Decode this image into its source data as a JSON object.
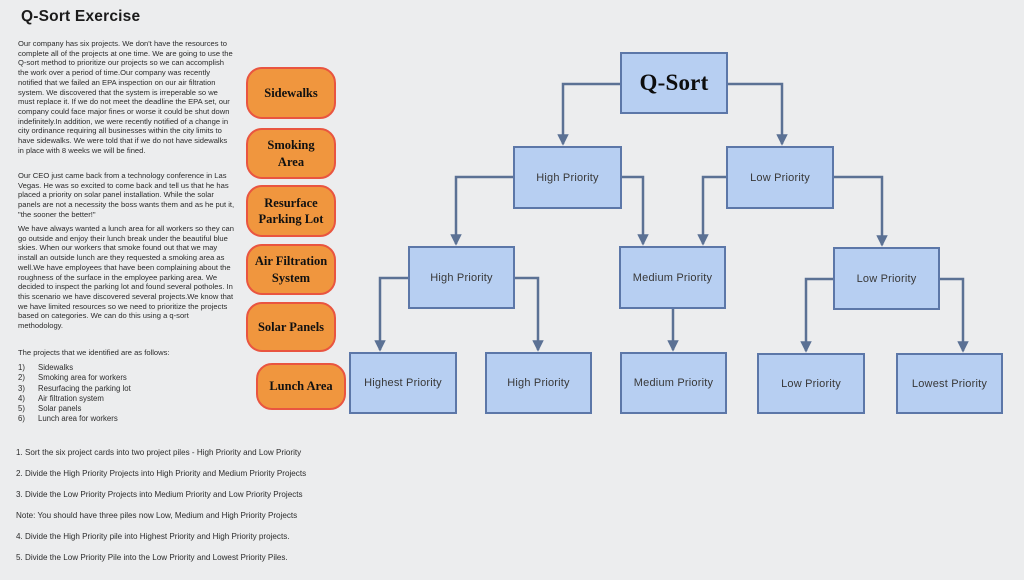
{
  "page": {
    "title": "Q-Sort Exercise"
  },
  "story": {
    "p1": "Our company has six projects.  We don't have the resources to complete all of the projects at one time.  We are going to use the Q-sort method to prioritize our projects so we can accomplish the work over a period of time.Our company was recently notified that we failed an EPA inspection on our air filtration system.  We discovered that the system is irreperable so we must replace it.  If we do not meet the deadline the EPA set, our company could face major fines or worse it could be shut down indefinitely.In addition, we were recently notified of a change in city ordinance requiring all businesses within the city limits to have sidewalks.  We were told that if we do not have sidewalks in place with 8 weeks we will be fined.",
    "p2": "Our CEO just came back from a technology conference in Las Vegas. He was so excited to come back and tell us that he has placed a priority on solar panel installation.  While the solar panels are not a necessity the boss wants them and as he put it, \"the sooner the better!\"",
    "p3": "We have always wanted a lunch area for all workers so they can go outside and enjoy their lunch break under the beautiful blue skies.  When our workers that smoke found out that we may install an outside lunch are they requested a smoking area as well.We have employees that have been complaining about the roughness of the surface in the employee parking area.  We decided to inspect the parking lot and found several potholes.  In this scenario we have discovered several projects.We know that we have limited resources so we need to prioritize the projects based on categories.  We can do this using a q-sort methodology."
  },
  "projects": {
    "intro": "The projects that we identified are as follows:",
    "items": [
      {
        "num": "1)",
        "label": "Sidewalks"
      },
      {
        "num": "2)",
        "label": "Smoking area for workers"
      },
      {
        "num": "3)",
        "label": "Resurfacing the parking lot"
      },
      {
        "num": "4)",
        "label": "Air filtration system"
      },
      {
        "num": "5)",
        "label": "Solar panels"
      },
      {
        "num": "6)",
        "label": "Lunch area for workers"
      }
    ]
  },
  "steps": [
    "1. Sort the six project cards into two project piles - High Priority and Low Priority",
    "2. Divide the High Priority Projects into High Priority and Medium Priority Projects",
    "3. Divide the Low Priority Projects into Medium Priority and Low Priority Projects",
    "Note: You should have three piles now Low, Medium and High Priority Projects",
    "4. Divide the High Priority pile into Highest Priority and High Priority projects.",
    "5. Divide the Low Priority Pile into the Low Priority and Lowest Priority Piles."
  ],
  "cards": [
    {
      "label": "Sidewalks"
    },
    {
      "label": "Smoking Area"
    },
    {
      "label": "Resurface Parking Lot"
    },
    {
      "label": "Air Filtration System"
    },
    {
      "label": "Solar Panels"
    },
    {
      "label": "Lunch Area"
    }
  ],
  "tree": {
    "nodes": [
      {
        "id": "qsort",
        "level": 1,
        "label": "Q-Sort"
      },
      {
        "id": "l2-high",
        "level": 2,
        "label": "High Priority",
        "parent": "qsort"
      },
      {
        "id": "l2-low",
        "level": 2,
        "label": "Low Priority",
        "parent": "qsort"
      },
      {
        "id": "l3-high",
        "level": 3,
        "label": "High Priority",
        "parent": "l2-high"
      },
      {
        "id": "l3-medium",
        "level": 3,
        "label": "Medium Priority",
        "parent": "l2-high / l2-low"
      },
      {
        "id": "l3-low",
        "level": 3,
        "label": "Low Priority",
        "parent": "l2-low"
      },
      {
        "id": "l4-highest",
        "level": 4,
        "label": "Highest Priority",
        "parent": "l3-high"
      },
      {
        "id": "l4-high",
        "level": 4,
        "label": "High Priority",
        "parent": "l3-high"
      },
      {
        "id": "l4-medium",
        "level": 4,
        "label": "Medium Priority",
        "parent": "l3-medium"
      },
      {
        "id": "l4-low",
        "level": 4,
        "label": "Low Priority",
        "parent": "l3-low"
      },
      {
        "id": "l4-lowest",
        "level": 4,
        "label": "Lowest Priority",
        "parent": "l3-low"
      }
    ]
  },
  "colors": {
    "background": "#ecedee",
    "card_fill": "#f0963e",
    "card_border": "#e95540",
    "node_fill": "#b7cff2",
    "node_border": "#5c77a8",
    "connector": "#5b7194"
  }
}
